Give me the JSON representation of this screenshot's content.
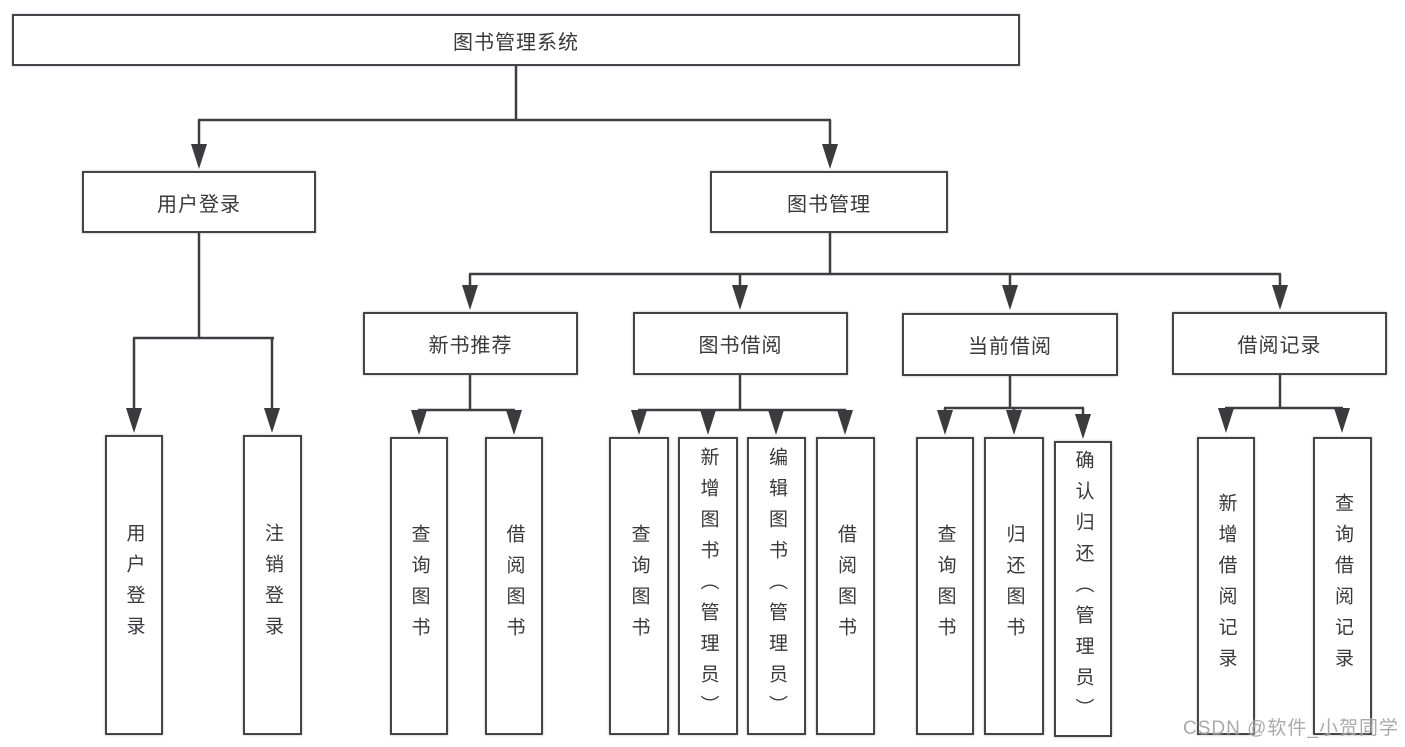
{
  "root": {
    "label": "图书管理系统"
  },
  "branches": [
    {
      "label": "用户登录",
      "children": [
        {
          "label": "用户登录"
        },
        {
          "label": "注销登录"
        }
      ]
    },
    {
      "label": "图书管理",
      "children": [
        {
          "label": "新书推荐",
          "children": [
            {
              "label": "查询图书"
            },
            {
              "label": "借阅图书"
            }
          ]
        },
        {
          "label": "图书借阅",
          "children": [
            {
              "label": "查询图书"
            },
            {
              "label": "新增图书（管理员）"
            },
            {
              "label": "编辑图书（管理员）"
            },
            {
              "label": "借阅图书"
            }
          ]
        },
        {
          "label": "当前借阅",
          "children": [
            {
              "label": "查询图书"
            },
            {
              "label": "归还图书"
            },
            {
              "label": "确认归还（管理员）"
            }
          ]
        },
        {
          "label": "借阅记录",
          "children": [
            {
              "label": "新增借阅记录"
            },
            {
              "label": "查询借阅记录"
            }
          ]
        }
      ]
    }
  ],
  "watermark": "CSDN @软件_小贺同学",
  "colors": {
    "line": "#3d3d42",
    "border": "#43434a",
    "text": "#38383d",
    "watermark": "#9b9b9e",
    "background": "#ffffff"
  }
}
